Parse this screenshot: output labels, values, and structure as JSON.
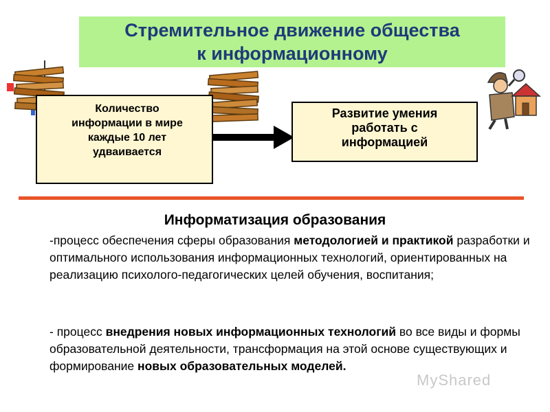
{
  "title": {
    "line1": "Стремительное движение общества",
    "line2": "к информационному"
  },
  "left_box": {
    "lines": [
      "Количество",
      "информации в мире",
      "каждые 10 лет",
      "удваивается"
    ]
  },
  "right_box": {
    "lines": [
      "Развитие умения",
      "работать с",
      "информацией"
    ]
  },
  "section": {
    "heading": "Информатизация образования",
    "para1": [
      {
        "text": "-процесс обеспечения сферы образования ",
        "bold": false
      },
      {
        "text": "методологией и практикой",
        "bold": true
      },
      {
        "text": " разработки и оптимального использования информационных технологий, ориентированных на реализацию психолого-педагогических целей обучения, воспитания;",
        "bold": false
      }
    ],
    "para2": [
      {
        "text": "- процесс ",
        "bold": false
      },
      {
        "text": "внедрения новых информационных технологий",
        "bold": true
      },
      {
        "text": " во все виды и формы образовательной деятельности, трансформация на этой основе существующих и формирование ",
        "bold": false
      },
      {
        "text": "новых образовательных моделей.",
        "bold": true
      }
    ]
  },
  "watermark": "MyShared",
  "colors": {
    "banner": "#b3f28f",
    "title_text": "#1f3a7a",
    "box_fill": "#fff7d2",
    "divider": "#e8542a"
  },
  "icons": [
    "books-stack-icon",
    "arrow-right-icon",
    "detective-house-icon"
  ]
}
